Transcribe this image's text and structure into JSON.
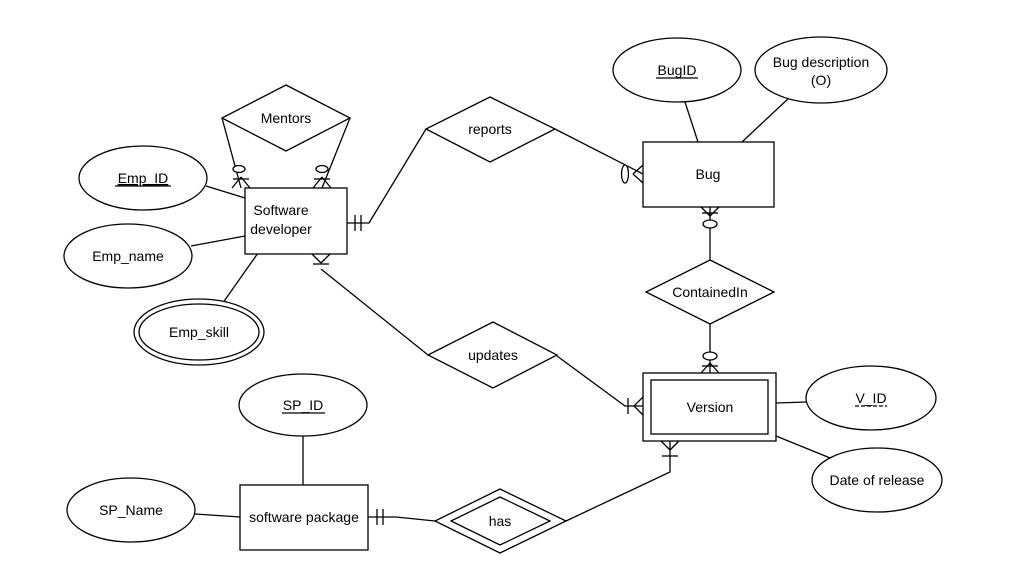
{
  "entities": {
    "software_developer": [
      "Software",
      "developer"
    ],
    "bug": "Bug",
    "version": "Version",
    "software_package": "software package"
  },
  "relationships": {
    "mentors": "Mentors",
    "reports": "reports",
    "contained_in": "ContainedIn",
    "updates": "updates",
    "has": "has"
  },
  "attributes": {
    "emp_id": "Emp_ID",
    "emp_name": "Emp_name",
    "emp_skill": "Emp_skill",
    "bug_id": "BugID",
    "bug_description": [
      "Bug description",
      "(O)"
    ],
    "v_id": "V_ID",
    "date_of_release": "Date of release",
    "sp_id": "SP_ID",
    "sp_name": "SP_Name"
  }
}
